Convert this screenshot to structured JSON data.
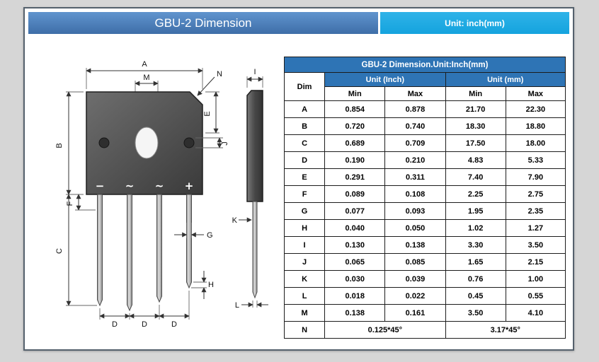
{
  "page": {
    "title": "GBU-2 Dimension",
    "unit_label": "Unit: inch(mm)"
  },
  "table": {
    "title": "GBU-2 Dimension.Unit:Inch(mm)",
    "col_dim": "Dim",
    "group_inch": "Unit (Inch)",
    "group_mm": "Unit (mm)",
    "min_label": "Min",
    "max_label": "Max",
    "rows": [
      {
        "dim": "A",
        "inch_min": "0.854",
        "inch_max": "0.878",
        "mm_min": "21.70",
        "mm_max": "22.30"
      },
      {
        "dim": "B",
        "inch_min": "0.720",
        "inch_max": "0.740",
        "mm_min": "18.30",
        "mm_max": "18.80"
      },
      {
        "dim": "C",
        "inch_min": "0.689",
        "inch_max": "0.709",
        "mm_min": "17.50",
        "mm_max": "18.00"
      },
      {
        "dim": "D",
        "inch_min": "0.190",
        "inch_max": "0.210",
        "mm_min": "4.83",
        "mm_max": "5.33"
      },
      {
        "dim": "E",
        "inch_min": "0.291",
        "inch_max": "0.311",
        "mm_min": "7.40",
        "mm_max": "7.90"
      },
      {
        "dim": "F",
        "inch_min": "0.089",
        "inch_max": "0.108",
        "mm_min": "2.25",
        "mm_max": "2.75"
      },
      {
        "dim": "G",
        "inch_min": "0.077",
        "inch_max": "0.093",
        "mm_min": "1.95",
        "mm_max": "2.35"
      },
      {
        "dim": "H",
        "inch_min": "0.040",
        "inch_max": "0.050",
        "mm_min": "1.02",
        "mm_max": "1.27"
      },
      {
        "dim": "I",
        "inch_min": "0.130",
        "inch_max": "0.138",
        "mm_min": "3.30",
        "mm_max": "3.50"
      },
      {
        "dim": "J",
        "inch_min": "0.065",
        "inch_max": "0.085",
        "mm_min": "1.65",
        "mm_max": "2.15"
      },
      {
        "dim": "K",
        "inch_min": "0.030",
        "inch_max": "0.039",
        "mm_min": "0.76",
        "mm_max": "1.00"
      },
      {
        "dim": "L",
        "inch_min": "0.018",
        "inch_max": "0.022",
        "mm_min": "0.45",
        "mm_max": "0.55"
      },
      {
        "dim": "M",
        "inch_min": "0.138",
        "inch_max": "0.161",
        "mm_min": "3.50",
        "mm_max": "4.10"
      },
      {
        "dim": "N",
        "inch": "0.125*45°",
        "mm": "3.17*45°"
      }
    ]
  },
  "drawing": {
    "labels": {
      "A": "A",
      "B": "B",
      "C": "C",
      "D": "D",
      "E": "E",
      "F": "F",
      "G": "G",
      "H": "H",
      "I": "I",
      "J": "J",
      "K": "K",
      "L": "L",
      "M": "M",
      "N": "N"
    },
    "polarity": [
      "−",
      "~",
      "~",
      "+"
    ]
  }
}
